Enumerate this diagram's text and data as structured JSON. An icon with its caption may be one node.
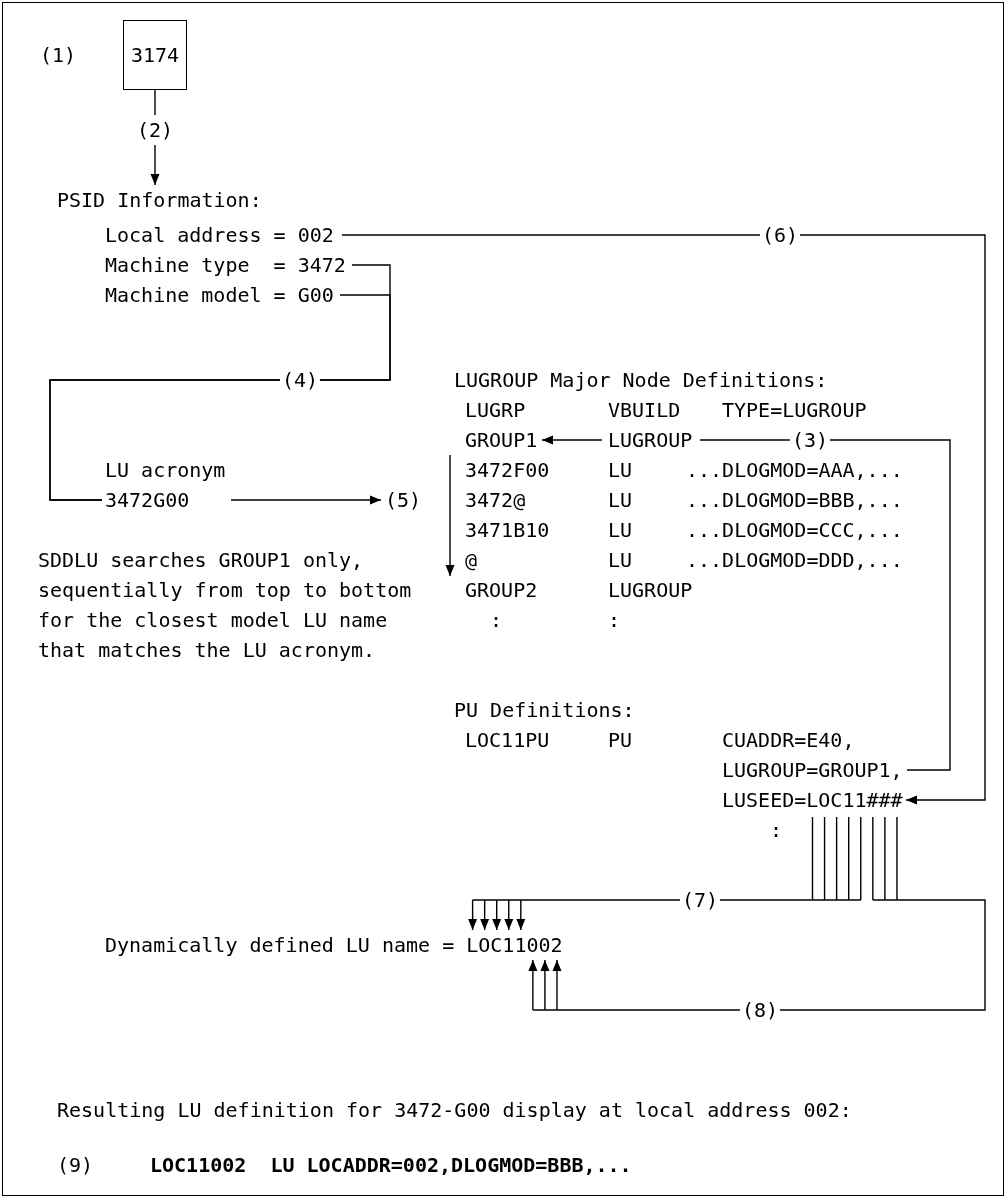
{
  "diagram": {
    "nodes": [
      {
        "text": [
          "3174"
        ],
        "beside": [
          "(1)"
        ]
      },
      {
        "text": [
          "PSID Information:"
        ]
      },
      {
        "text": [
          "Local address = 002"
        ]
      },
      {
        "text": [
          "Machine type  = 3472"
        ]
      },
      {
        "text": [
          "Machine model = G00"
        ]
      },
      {
        "text": [
          "LU acronym",
          "3472G00"
        ]
      },
      {
        "text": [
          "(5)"
        ]
      },
      {
        "text": [
          "LUGROUP Major Node Definitions:"
        ]
      },
      {
        "text": [
          "GROUP1"
        ]
      },
      {
        "text": [
          "LUGROUP"
        ]
      },
      {
        "text": [
          "LUGROUP=GROUP1,"
        ]
      },
      {
        "text": [
          "LUSEED=LOC11###"
        ]
      },
      {
        "text": [
          "Dynamically defined LU name = LOC11002"
        ]
      }
    ],
    "edges": [
      {
        "from": 0,
        "to": 1,
        "arrow": "to",
        "label": "(2)"
      },
      {
        "from": 2,
        "to": 11,
        "arrow": "to",
        "label": "(6)"
      },
      {
        "from": 3,
        "to": 5,
        "arrow": "none",
        "label": "(4)"
      },
      {
        "from": 4,
        "to": 5,
        "arrow": "none"
      },
      {
        "from": 5,
        "to": 6,
        "arrow": "to"
      },
      {
        "from": 9,
        "to": 8,
        "arrow": "to"
      },
      {
        "from": 10,
        "to": 9,
        "arrow": "none",
        "label": "(3)"
      },
      {
        "from": 11,
        "to": 12,
        "arrow": "to",
        "label": "(7)"
      },
      {
        "from": 11,
        "to": 12,
        "arrow": "to",
        "label": "(8)"
      }
    ],
    "labels": [
      "LUGRP",
      "VBUILD",
      "TYPE=LUGROUP",
      "3472F00",
      "LU",
      "...DLOGMOD=AAA,...",
      "3472@",
      "LU",
      "...DLOGMOD=BBB,...",
      "3471B10",
      "LU",
      "...DLOGMOD=CCC,...",
      "@",
      "LU",
      "...DLOGMOD=DDD,...",
      "SDDLU searches GROUP1 only, sequentially from top to bottom for the closest model LU name that matches the LU acronym.",
      "GROUP2",
      "LUGROUP",
      ":",
      ":",
      "PU Definitions:",
      "LOC11PU",
      "PU",
      "CUADDR=E40,",
      ":",
      "Resulting LU definition for 3472-G00 display at local address 002:",
      "(9)",
      "LOC11002  LU LOCADDR=002,DLOGMOD=BBB,..."
    ]
  }
}
